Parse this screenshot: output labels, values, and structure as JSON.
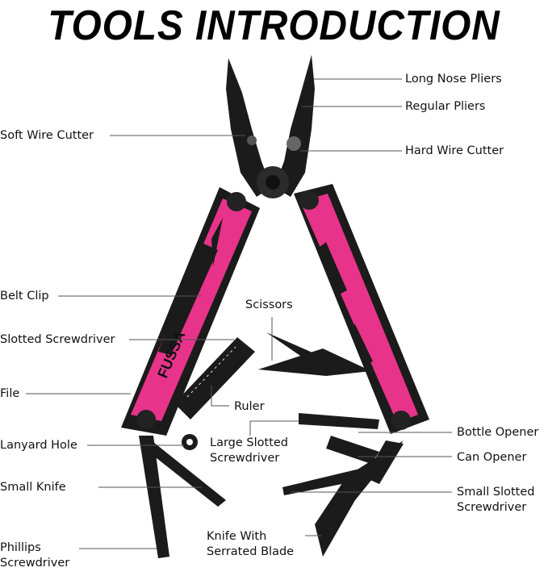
{
  "title": "TOOLS INTRODUCTION",
  "brand": "FUSSA",
  "colors": {
    "handle": "#e8338a",
    "metal": "#1b1b1b",
    "line": "#555555"
  },
  "labels": {
    "long_nose_pliers": "Long Nose Pliers",
    "regular_pliers": "Regular Pliers",
    "hard_wire_cutter": "Hard Wire Cutter",
    "soft_wire_cutter": "Soft Wire Cutter",
    "belt_clip": "Belt Clip",
    "slotted_screwdriver": "Slotted Screwdriver",
    "scissors": "Scissors",
    "file": "File",
    "ruler": "Ruler",
    "lanyard_hole": "Lanyard Hole",
    "large_slotted_screwdriver": [
      "Large Slotted",
      "Screwdriver"
    ],
    "bottle_opener": "Bottle Opener",
    "can_opener": "Can Opener",
    "small_knife": "Small Knife",
    "small_slotted_screwdriver": [
      "Small Slotted",
      "Screwdriver"
    ],
    "phillips_screwdriver": [
      "Phillips",
      "Screwdriver"
    ],
    "knife_serrated": [
      "Knife With",
      "Serrated Blade"
    ]
  }
}
